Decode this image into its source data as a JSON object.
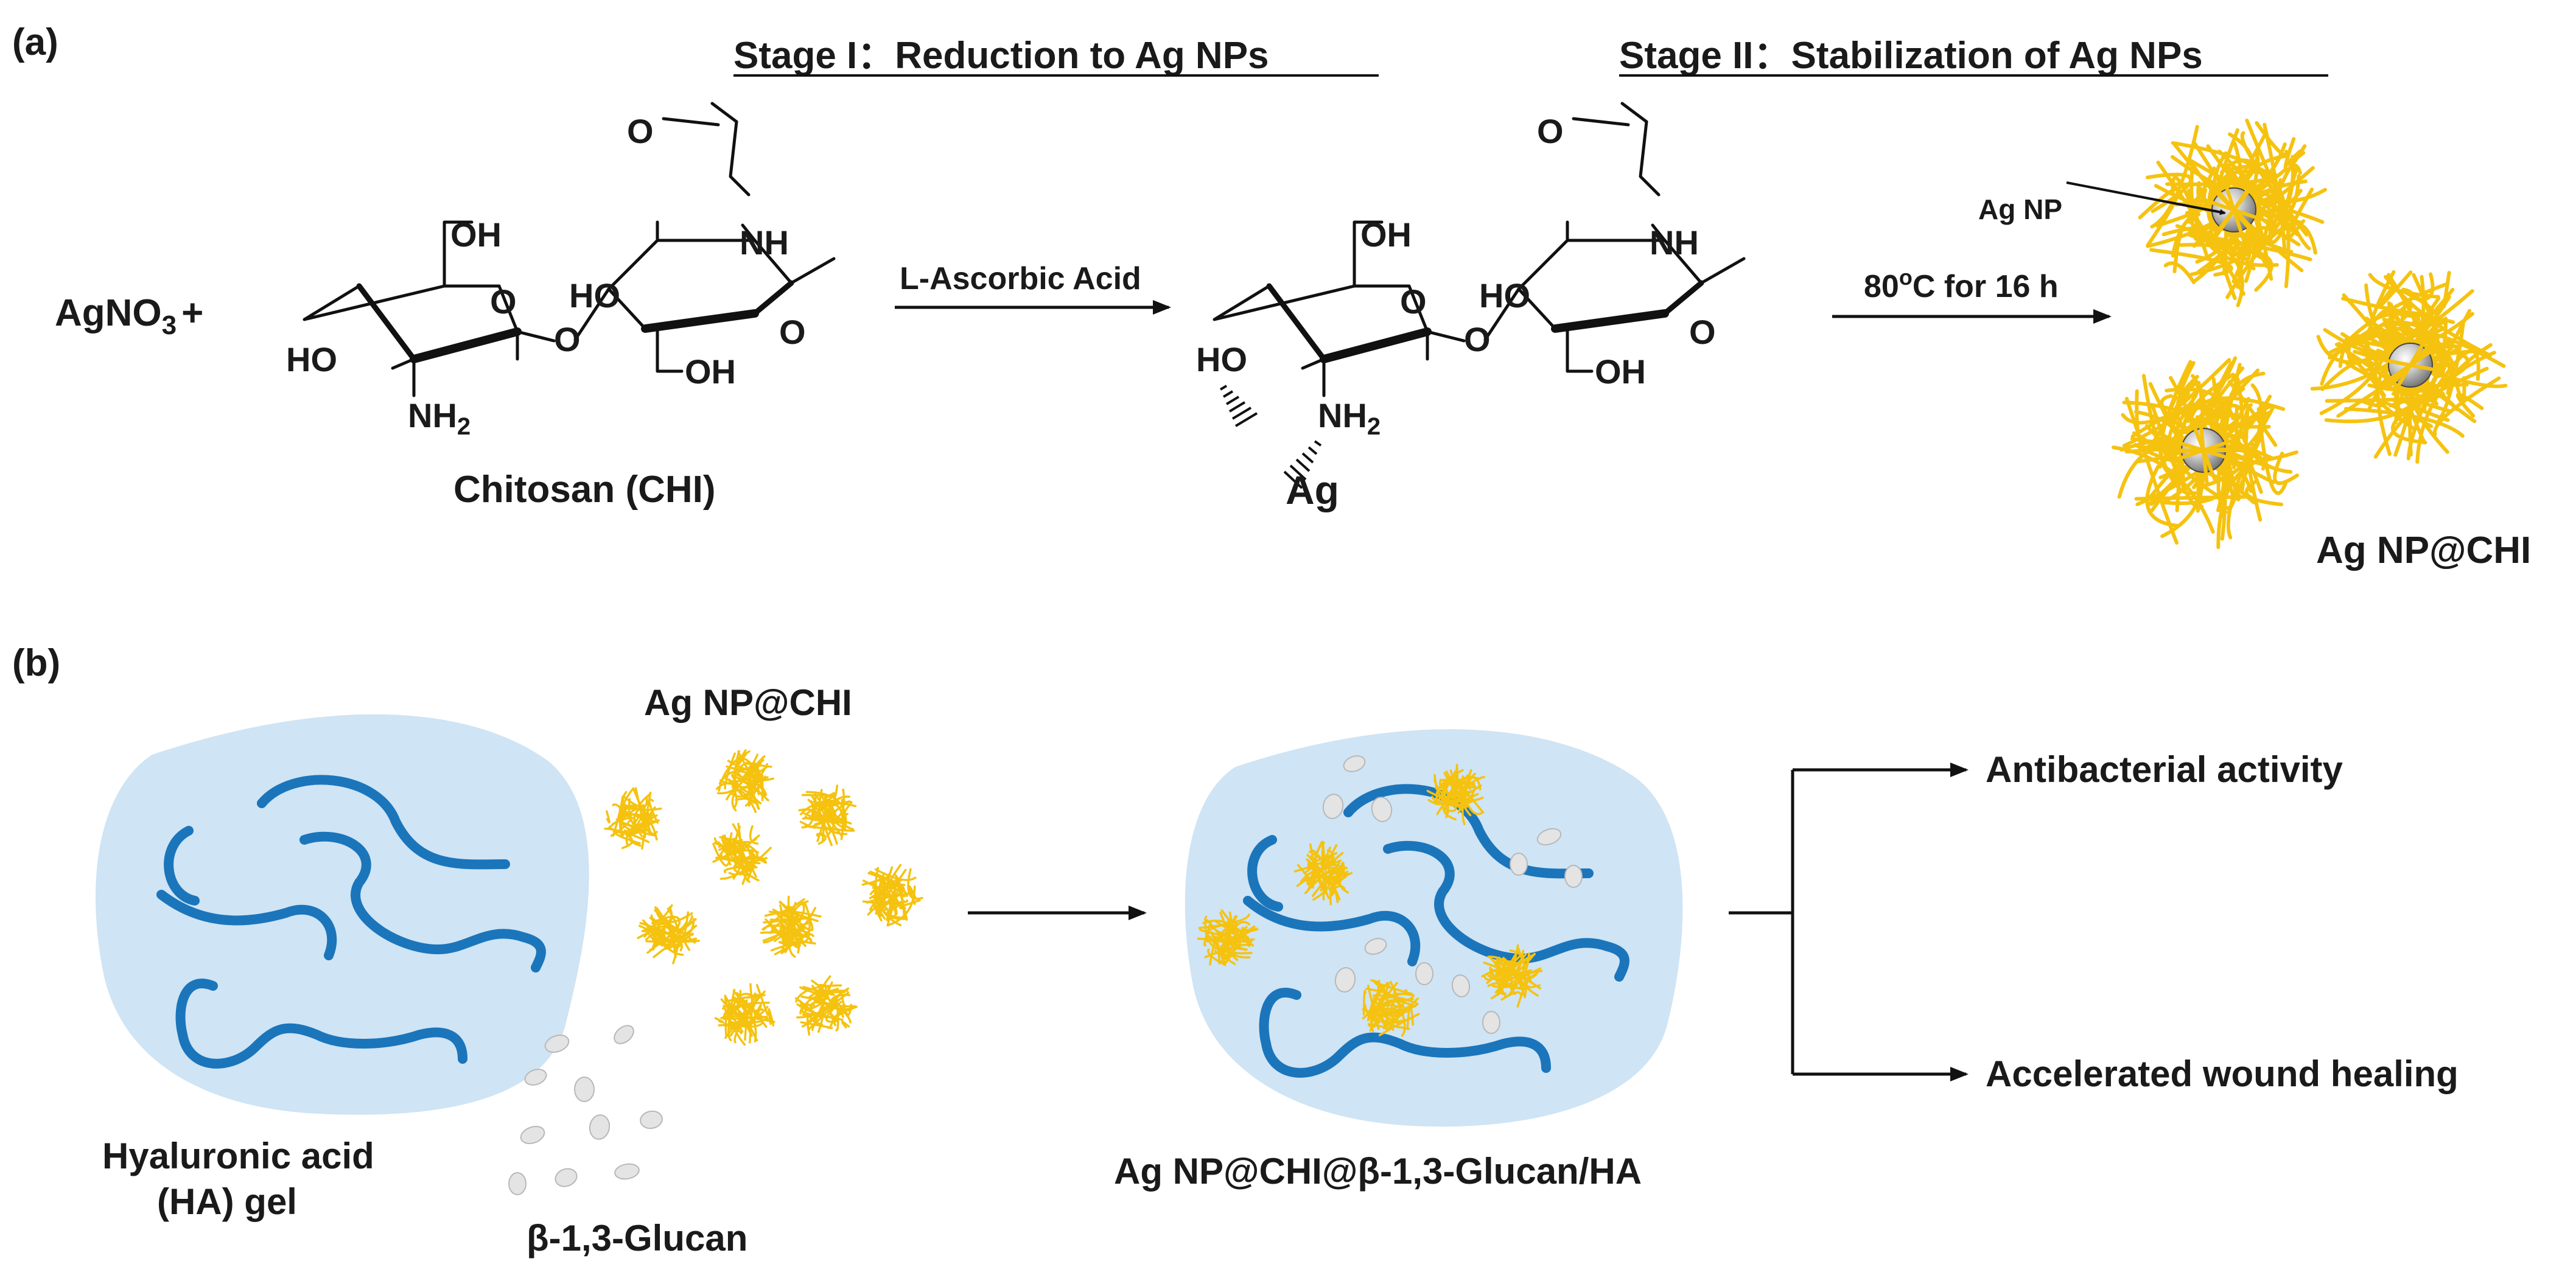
{
  "panel_a": {
    "label": "(a)",
    "stage1_title": "Stage I：Reduction to Ag NPs",
    "stage2_title": "Stage II：Stabilization of Ag NPs",
    "reactant": "AgNO",
    "reactant_sub": "3",
    "reactant_plus": "+",
    "chitosan_label": "Chitosan (CHI)",
    "reagent1": "L-Ascorbic Acid",
    "ag_label": "Ag",
    "condition": "80",
    "condition_sup": "o",
    "condition_rest": "C for 16 h",
    "agnp_label": "Ag NP",
    "product_label": "Ag NP@CHI"
  },
  "panel_b": {
    "label": "(b)",
    "agnp_chi_label": "Ag NP@CHI",
    "ha_label_line1": "Hyaluronic acid",
    "ha_label_line2": "(HA) gel",
    "glucan_label": "β-1,3-Glucan",
    "composite_label": "Ag NP@CHI@β-1,3-Glucan/HA",
    "outcome1": "Antibacterial activity",
    "outcome2": "Accelerated wound healing"
  },
  "chem_labels": {
    "O": "O",
    "OH": "OH",
    "HO": "HO",
    "NH": "NH",
    "NH2": "NH",
    "sub2": "2"
  },
  "colors": {
    "yarn": "#f5c20f",
    "gel": "#cfe4f4",
    "chain": "#1b75bb",
    "glucan": "#e4e4e4",
    "silver": "#bdbdbd"
  }
}
